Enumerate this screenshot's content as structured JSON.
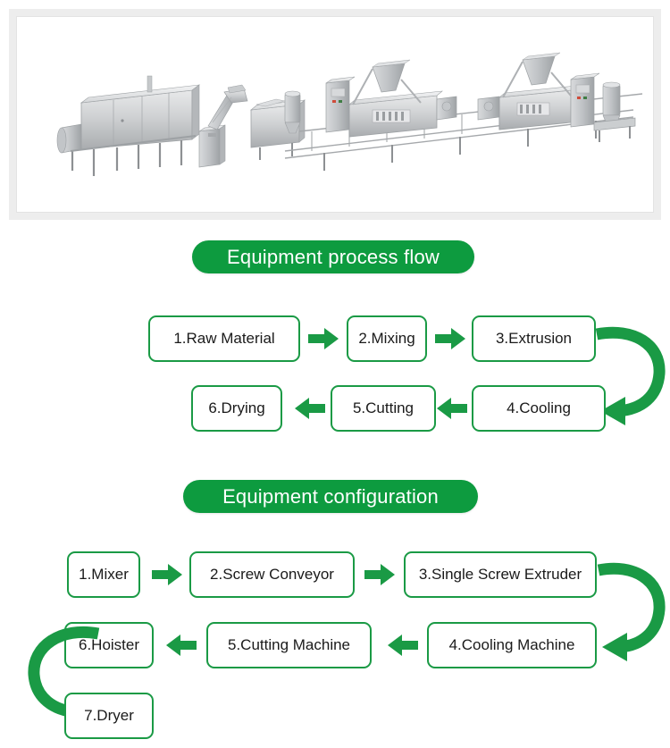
{
  "photo": {
    "alt_name": "extruded-snack-production-line-photo",
    "caption": ""
  },
  "sections": [
    {
      "id": "flow",
      "banner": "Equipment process flow",
      "rows": [
        {
          "direction": "ltr",
          "nodes": [
            "1.Raw Material",
            "2.Mixing",
            "3.Extrusion"
          ]
        },
        {
          "direction": "rtl",
          "nodes": [
            "4.Cooling",
            "5.Cutting",
            "6.Drying"
          ]
        }
      ]
    },
    {
      "id": "config",
      "banner": "Equipment configuration",
      "rows": [
        {
          "direction": "ltr",
          "nodes": [
            "1.Mixer",
            "2.Screw Conveyor",
            "3.Single Screw Extruder"
          ]
        },
        {
          "direction": "rtl",
          "nodes": [
            "4.Cooling Machine",
            "5.Cutting Machine",
            "6.Hoister"
          ]
        },
        {
          "direction": "ltr",
          "nodes": [
            "7.Dryer"
          ]
        }
      ]
    }
  ],
  "labels": {
    "flow_1": "1.Raw Material",
    "flow_2": "2.Mixing",
    "flow_3": "3.Extrusion",
    "flow_4": "4.Cooling",
    "flow_5": "5.Cutting",
    "flow_6": "6.Drying",
    "cfg_1": "1.Mixer",
    "cfg_2": "2.Screw Conveyor",
    "cfg_3": "3.Single Screw Extruder",
    "cfg_4": "4.Cooling Machine",
    "cfg_5": "5.Cutting Machine",
    "cfg_6": "6.Hoister",
    "cfg_7": "7.Dryer",
    "banner_flow": "Equipment process flow",
    "banner_config": "Equipment configuration"
  },
  "colors": {
    "banner_green": "#0d9b3f",
    "border_green": "#1a9a45",
    "arrow_green": "#1a9a45",
    "text_dark": "#1a1a1a",
    "frame_gray": "#ededed",
    "page_background": "#ffffff"
  }
}
